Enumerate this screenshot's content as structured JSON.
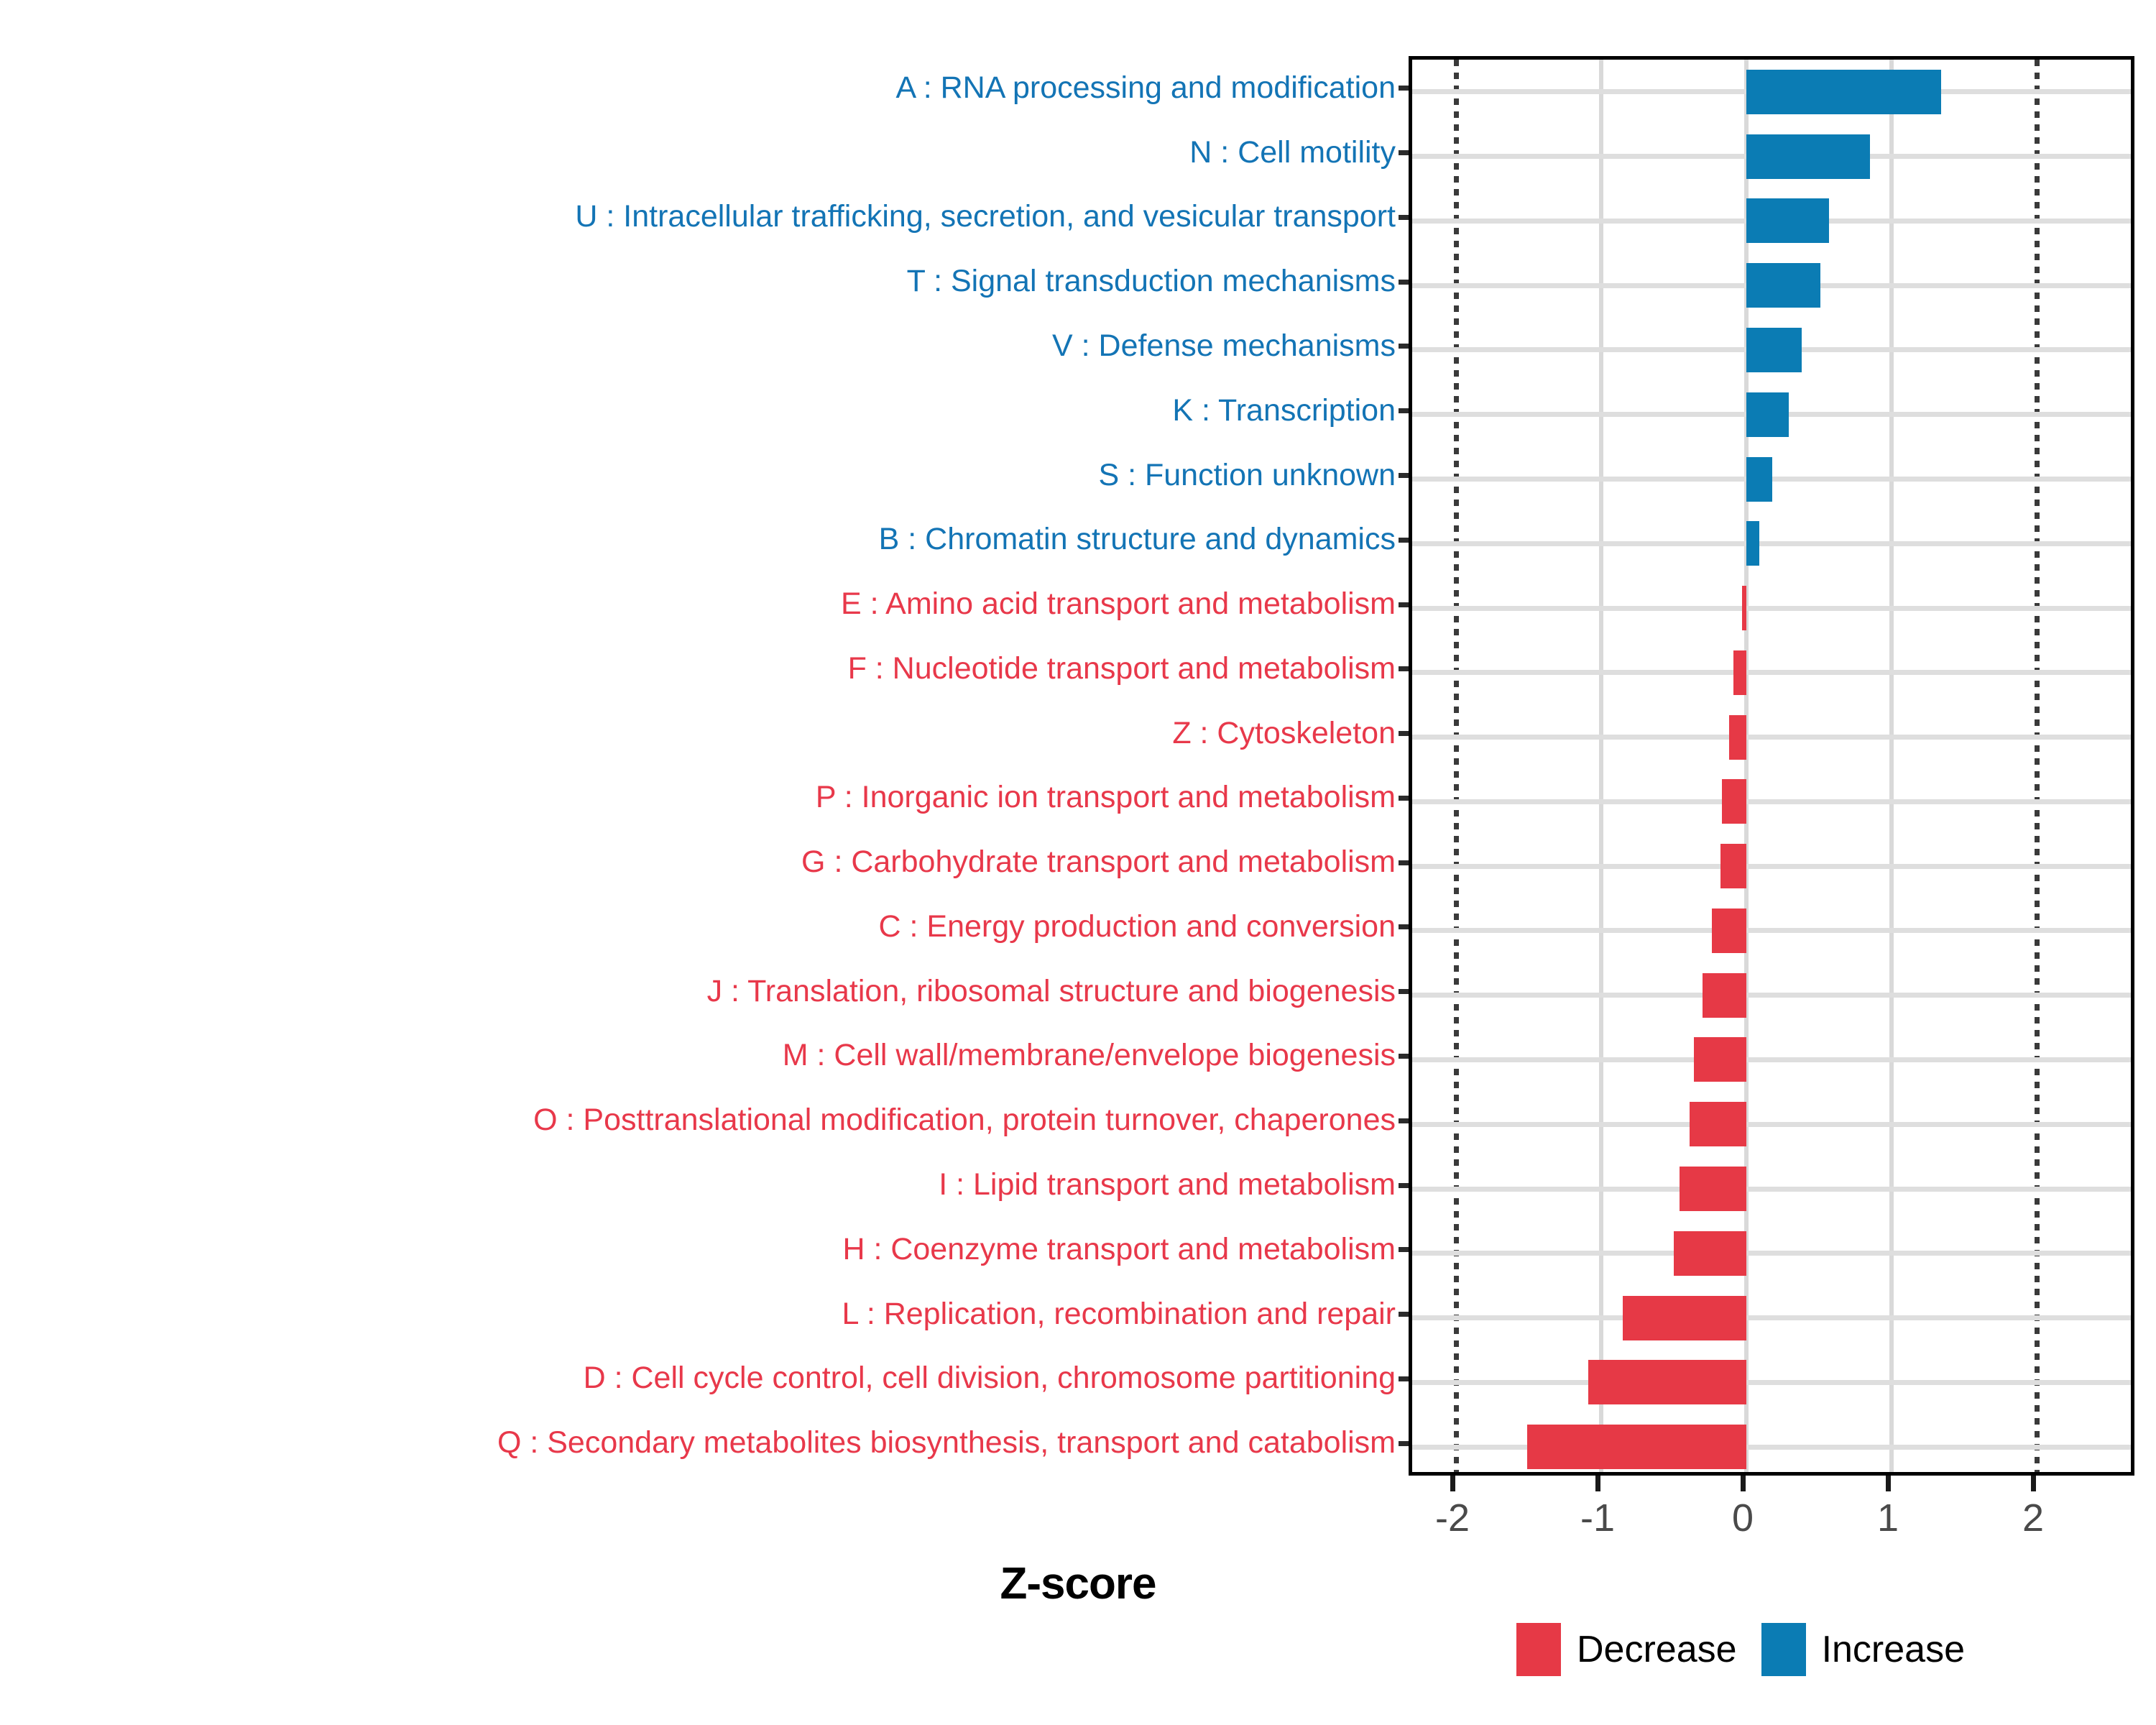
{
  "chart_data": {
    "type": "bar",
    "orientation": "horizontal",
    "title": "",
    "xlabel": "Z-score",
    "ylabel": "",
    "xlim": [
      -2.5,
      2.5
    ],
    "xticks": [
      -2,
      -1,
      0,
      1,
      2
    ],
    "xticklabels": [
      "-2",
      "-1",
      "0",
      "1",
      "2"
    ],
    "grid": true,
    "reference_lines": [
      -2,
      2
    ],
    "legend": {
      "position": "bottom-right",
      "entries": [
        {
          "label": "Decrease",
          "color": "#e63946"
        },
        {
          "label": "Increase",
          "color": "#0b7cb4"
        }
      ]
    },
    "categories": [
      "A : RNA processing and modification",
      "N : Cell motility",
      "U : Intracellular trafficking, secretion, and vesicular transport",
      "T : Signal transduction mechanisms",
      "V : Defense mechanisms",
      "K : Transcription",
      "S : Function unknown",
      "B : Chromatin structure and dynamics",
      "E : Amino acid transport and metabolism",
      "F : Nucleotide transport and metabolism",
      "Z : Cytoskeleton",
      "P : Inorganic ion transport and metabolism",
      "G : Carbohydrate transport and metabolism",
      "C : Energy production and conversion",
      "J : Translation, ribosomal structure and biogenesis",
      "M : Cell wall/membrane/envelope biogenesis",
      "O : Posttranslational modification, protein turnover, chaperones",
      "I : Lipid transport and metabolism",
      "H : Coenzyme transport and metabolism",
      "L : Replication, recombination and repair",
      "D : Cell cycle control, cell division, chromosome partitioning",
      "Q : Secondary metabolites biosynthesis, transport and catabolism"
    ],
    "values": [
      1.34,
      0.85,
      0.57,
      0.51,
      0.38,
      0.29,
      0.18,
      0.09,
      -0.03,
      -0.09,
      -0.12,
      -0.17,
      -0.18,
      -0.24,
      -0.3,
      -0.36,
      -0.39,
      -0.46,
      -0.5,
      -0.85,
      -1.09,
      -1.51
    ],
    "groups": [
      "Increase",
      "Increase",
      "Increase",
      "Increase",
      "Increase",
      "Increase",
      "Increase",
      "Increase",
      "Decrease",
      "Decrease",
      "Decrease",
      "Decrease",
      "Decrease",
      "Decrease",
      "Decrease",
      "Decrease",
      "Decrease",
      "Decrease",
      "Decrease",
      "Decrease",
      "Decrease",
      "Decrease"
    ]
  },
  "colors": {
    "increase": "#0b7cb4",
    "decrease": "#e63946",
    "label_increase": "#1374b5",
    "label_decrease": "#e8384a",
    "grid": "#dedede",
    "axis": "#000000"
  }
}
